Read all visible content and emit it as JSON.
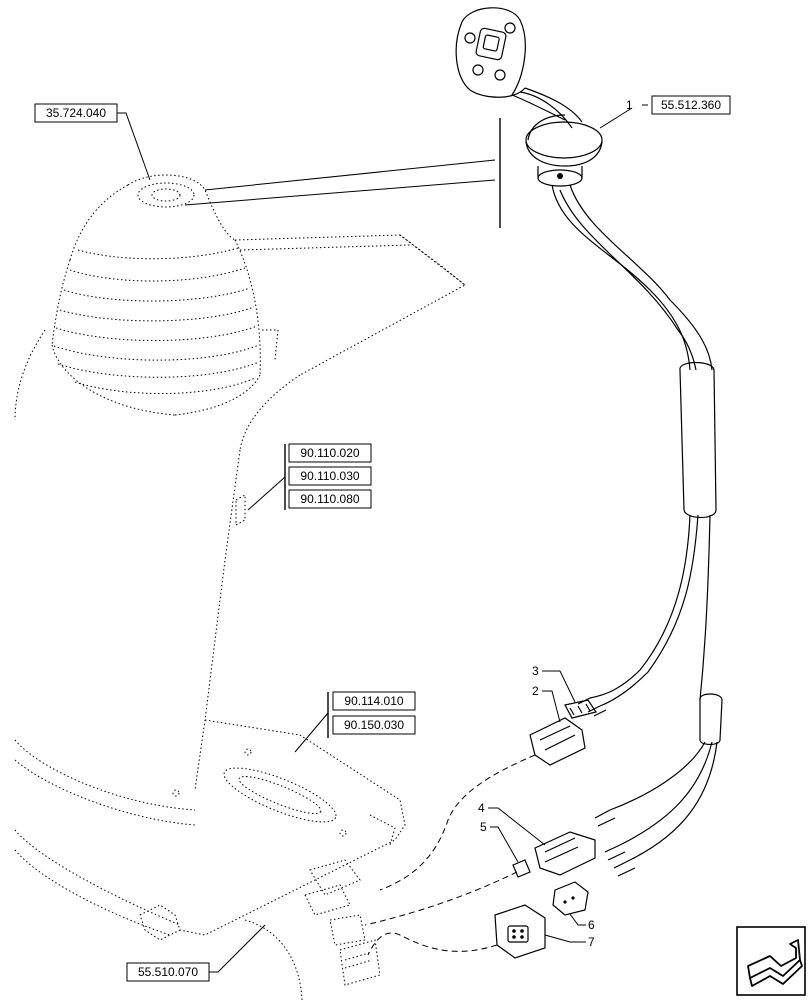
{
  "references": {
    "joystick_ref": "55.512.360",
    "boot_ref": "35.724.040",
    "frame_ref_1": "90.110.020",
    "frame_ref_2": "90.110.030",
    "frame_ref_3": "90.110.080",
    "plate_ref_1": "90.114.010",
    "plate_ref_2": "90.150.030",
    "harness_ref": "55.510.070"
  },
  "callouts": {
    "item_1": "1",
    "item_2": "2",
    "item_3": "3",
    "item_4": "4",
    "item_5": "5",
    "item_6": "6",
    "item_7": "7"
  },
  "icons": {
    "corner_nav": "next-view-arrow-icon"
  }
}
